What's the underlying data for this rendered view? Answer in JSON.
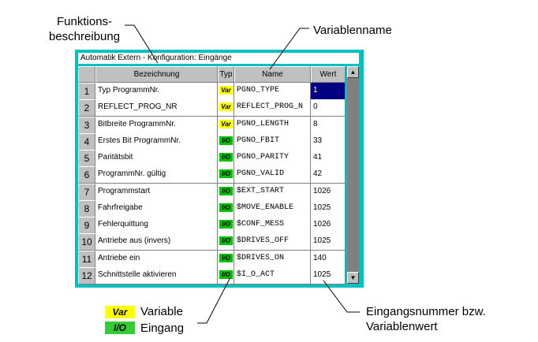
{
  "callouts": {
    "funktionsbeschreibung": "Funktions-\nbeschreibung",
    "variablenname": "Variablenname",
    "eingangsnummer": "Eingangsnummer bzw.\nVariablenwert"
  },
  "window": {
    "title": "Automatik Extern - Konfiguration: Eingänge",
    "headers": {
      "num": "",
      "bezeichnung": "Bezeichnung",
      "typ": "Typ",
      "name": "Name",
      "wert": "Wert"
    }
  },
  "rows": [
    {
      "n": "1",
      "bez": "Typ ProgrammNr.",
      "typ": "Var",
      "name": "PGNO_TYPE",
      "wert": "1"
    },
    {
      "n": "2",
      "bez": "REFLECT_PROG_NR",
      "typ": "Var",
      "name": "REFLECT_PROG_N",
      "wert": "0"
    },
    {
      "n": "3",
      "bez": "Bitbreite ProgrammNr.",
      "typ": "Var",
      "name": "PGNO_LENGTH",
      "wert": "8"
    },
    {
      "n": "4",
      "bez": "Erstes Bit ProgrammNr.",
      "typ": "I/O",
      "name": "PGNO_FBIT",
      "wert": "33"
    },
    {
      "n": "5",
      "bez": "Paritätsbit",
      "typ": "I/O",
      "name": "PGNO_PARITY",
      "wert": "41"
    },
    {
      "n": "6",
      "bez": "ProgrammNr. gültig",
      "typ": "I/O",
      "name": "PGNO_VALID",
      "wert": "42"
    },
    {
      "n": "7",
      "bez": "Programmstart",
      "typ": "I/O",
      "name": "$EXT_START",
      "wert": "1026"
    },
    {
      "n": "8",
      "bez": "Fahrfreigabe",
      "typ": "I/O",
      "name": "$MOVE_ENABLE",
      "wert": "1025"
    },
    {
      "n": "9",
      "bez": "Fehlerquittung",
      "typ": "I/O",
      "name": "$CONF_MESS",
      "wert": "1026"
    },
    {
      "n": "10",
      "bez": "Antriebe aus (invers)",
      "typ": "I/O",
      "name": "$DRIVES_OFF",
      "wert": "1025"
    },
    {
      "n": "11",
      "bez": "Antriebe ein",
      "typ": "I/O",
      "name": "$DRIVES_ON",
      "wert": "140"
    },
    {
      "n": "12",
      "bez": "Schnittstelle aktivieren",
      "typ": "I/O",
      "name": "$I_O_ACT",
      "wert": "1025"
    }
  ],
  "selected_row": 1,
  "legend": {
    "var_badge": "Var",
    "var_label": "Variable",
    "io_badge": "I/O",
    "io_label": "Eingang"
  },
  "colors": {
    "var": "#ffff00",
    "io": "#00c000",
    "frame": "#00c0c0",
    "selection": "#000080"
  },
  "icons": {
    "scroll_up": "triangle-up-icon",
    "scroll_down": "triangle-down-icon"
  }
}
